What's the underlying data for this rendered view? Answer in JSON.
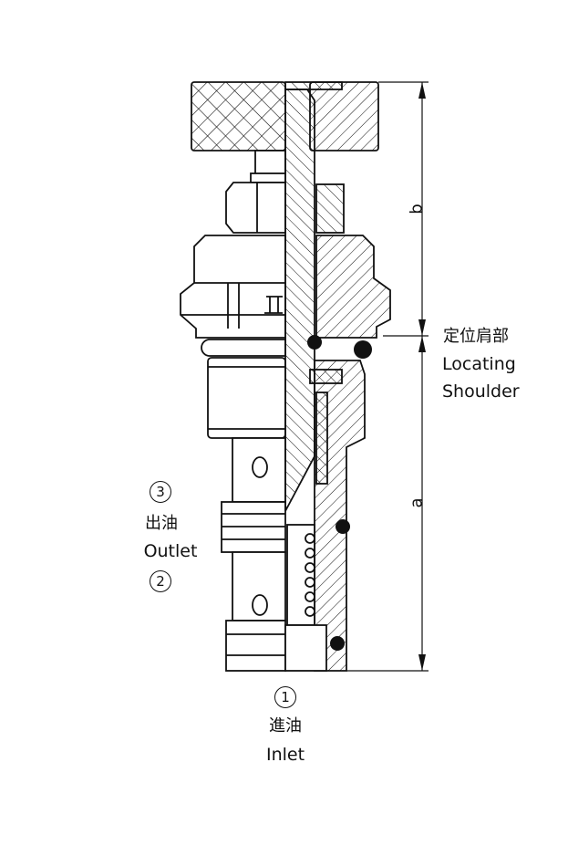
{
  "dimensions": {
    "upper": "b",
    "lower": "a"
  },
  "locating_shoulder": {
    "zh": "定位肩部",
    "en_line1": "Locating",
    "en_line2": "Shoulder"
  },
  "outlet": {
    "port_a": "3",
    "zh": "出油",
    "en": "Outlet",
    "port_b": "2"
  },
  "inlet": {
    "port": "1",
    "zh": "進油",
    "en": "Inlet"
  },
  "colors": {
    "line": "#111111",
    "background": "#ffffff"
  }
}
